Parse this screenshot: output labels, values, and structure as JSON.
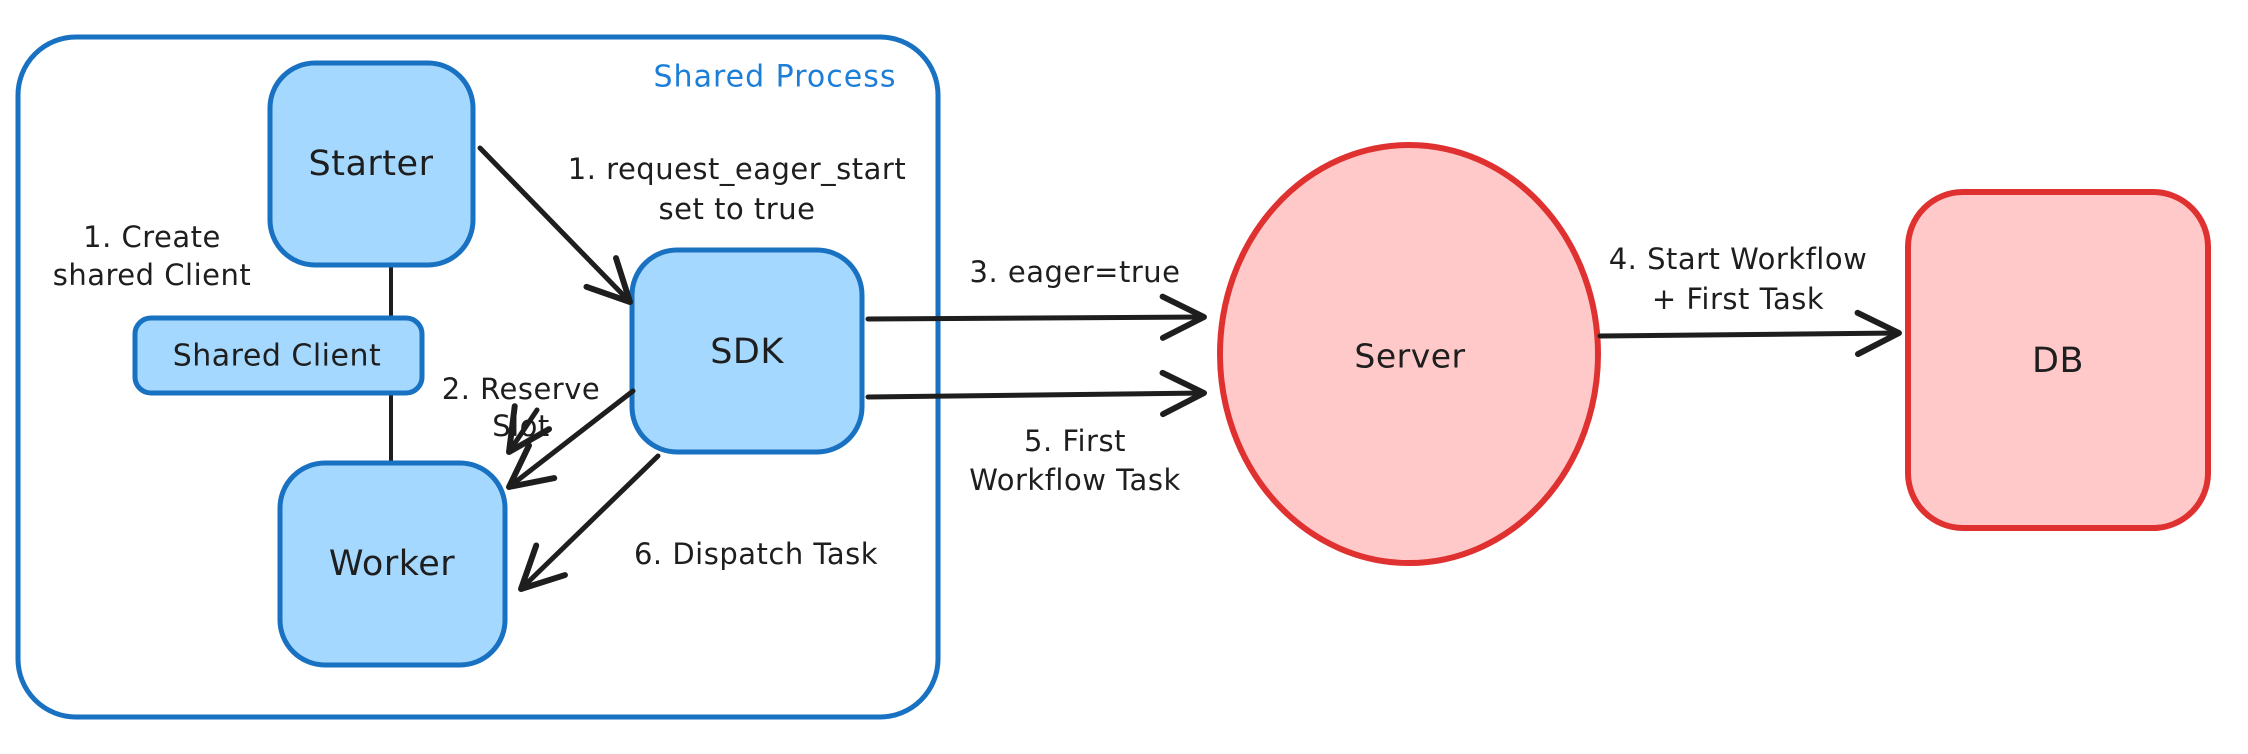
{
  "colors": {
    "blue_border": "#1971c2",
    "blue_fill": "#a5d8ff",
    "blue_text": "#1c7ed6",
    "red_border": "#e03131",
    "red_fill": "#ffc9c9",
    "ink": "#1e1e1e",
    "bg": "#ffffff"
  },
  "container": {
    "label": "Shared Process"
  },
  "nodes": {
    "starter": "Starter",
    "shared_client": "Shared Client",
    "worker": "Worker",
    "sdk": "SDK",
    "server": "Server",
    "db": "DB"
  },
  "annotations": {
    "create_client_1": "1. Create",
    "create_client_2": "shared Client",
    "request_eager_1": "1. request_eager_start",
    "request_eager_2": "set to true",
    "reserve_slot_1": "2. Reserve",
    "reserve_slot_2": "Slot",
    "eager_true": "3. eager=true",
    "start_workflow_1": "4. Start Workflow",
    "start_workflow_2": "+ First Task",
    "first_task_1": "5. First",
    "first_task_2": "Workflow Task",
    "dispatch_task": "6. Dispatch Task"
  }
}
